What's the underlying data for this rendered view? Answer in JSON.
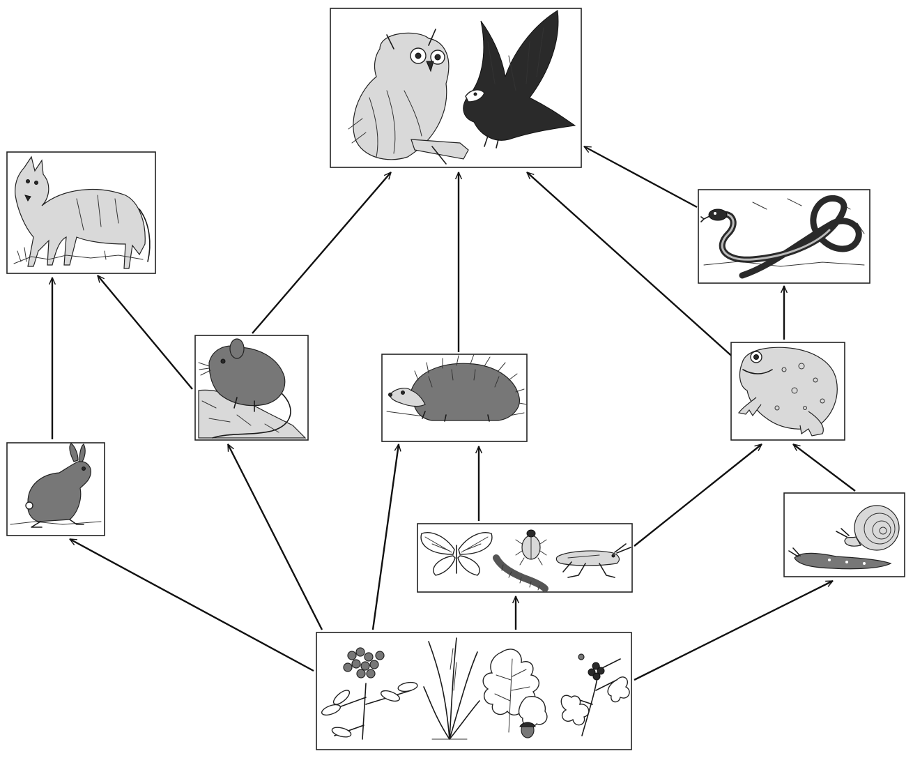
{
  "nodes": [
    {
      "id": "birds-of-prey",
      "icon": "owl-and-hawk-icon"
    },
    {
      "id": "wolf",
      "icon": "wolf-icon"
    },
    {
      "id": "snake",
      "icon": "snake-icon"
    },
    {
      "id": "mouse",
      "icon": "mouse-icon"
    },
    {
      "id": "hedgehog",
      "icon": "hedgehog-icon"
    },
    {
      "id": "toad",
      "icon": "toad-icon"
    },
    {
      "id": "rabbit",
      "icon": "rabbit-icon"
    },
    {
      "id": "insects",
      "icon": "insects-icon"
    },
    {
      "id": "snail-slug",
      "icon": "snail-and-slug-icon"
    },
    {
      "id": "plants",
      "icon": "plants-icon"
    }
  ],
  "edges": [
    {
      "from": "plants",
      "to": "rabbit"
    },
    {
      "from": "plants",
      "to": "mouse"
    },
    {
      "from": "plants",
      "to": "hedgehog"
    },
    {
      "from": "plants",
      "to": "insects"
    },
    {
      "from": "plants",
      "to": "snail-slug"
    },
    {
      "from": "rabbit",
      "to": "wolf"
    },
    {
      "from": "mouse",
      "to": "wolf"
    },
    {
      "from": "mouse",
      "to": "birds-of-prey"
    },
    {
      "from": "hedgehog",
      "to": "birds-of-prey"
    },
    {
      "from": "insects",
      "to": "hedgehog"
    },
    {
      "from": "insects",
      "to": "toad"
    },
    {
      "from": "snail-slug",
      "to": "toad"
    },
    {
      "from": "toad",
      "to": "birds-of-prey"
    },
    {
      "from": "toad",
      "to": "snake"
    },
    {
      "from": "snake",
      "to": "birds-of-prey"
    }
  ]
}
